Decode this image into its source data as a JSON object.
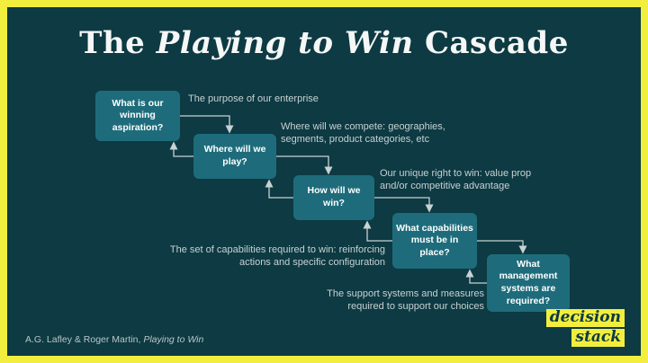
{
  "title": {
    "pre": "The ",
    "italic": "Playing to Win",
    "post": " Cascade"
  },
  "boxes": [
    {
      "label": "What is our winning aspiration?"
    },
    {
      "label": "Where will we play?"
    },
    {
      "label": "How will we win?"
    },
    {
      "label": "What capabilities must be in place?"
    },
    {
      "label": "What management systems are required?"
    }
  ],
  "annotations": [
    {
      "text": "The purpose of our enterprise"
    },
    {
      "text": "Where will we compete: geographies, segments, product categories, etc"
    },
    {
      "text": "Our unique right to win: value prop and/or competitive advantage"
    },
    {
      "text": "The set of capabilities required to win: reinforcing actions and specific configuration"
    },
    {
      "text": "The support systems and measures required to support our choices"
    }
  ],
  "footer": {
    "attribution_pre": "A.G. Lafley & Roger Martin, ",
    "attribution_italic": "Playing to Win"
  },
  "logo": {
    "line1": "decision",
    "line2": "stack"
  },
  "colors": {
    "frame": "#f2ee3e",
    "background": "#0d3a43",
    "box": "#1e6c7b",
    "box_text": "#ffffff",
    "annotation_text": "#c7d2d3",
    "arrow": "#c7d2d3"
  }
}
